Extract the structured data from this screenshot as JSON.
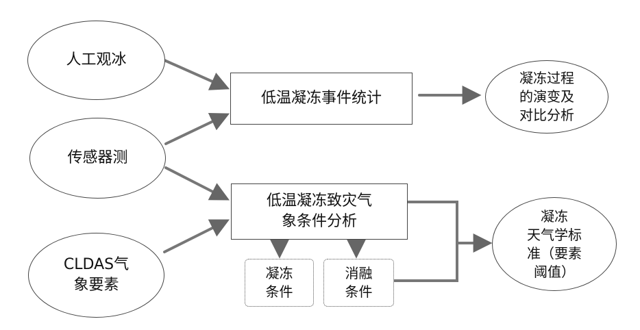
{
  "nodes": {
    "manual_ice": "人工观冰",
    "sensor": "传感器测",
    "cldas": "CLDAS气\n象要素",
    "event_stats": "低温凝冻事件统计",
    "evolution": "凝冻过程\n的演变及\n对比分析",
    "disaster_analysis": "低温凝冻致灾气\n象条件分析",
    "freeze_cond": "凝冻\n条件",
    "melt_cond": "消融\n条件",
    "standard": "凝冻\n天气学标\n准（要素\n阈值）"
  }
}
